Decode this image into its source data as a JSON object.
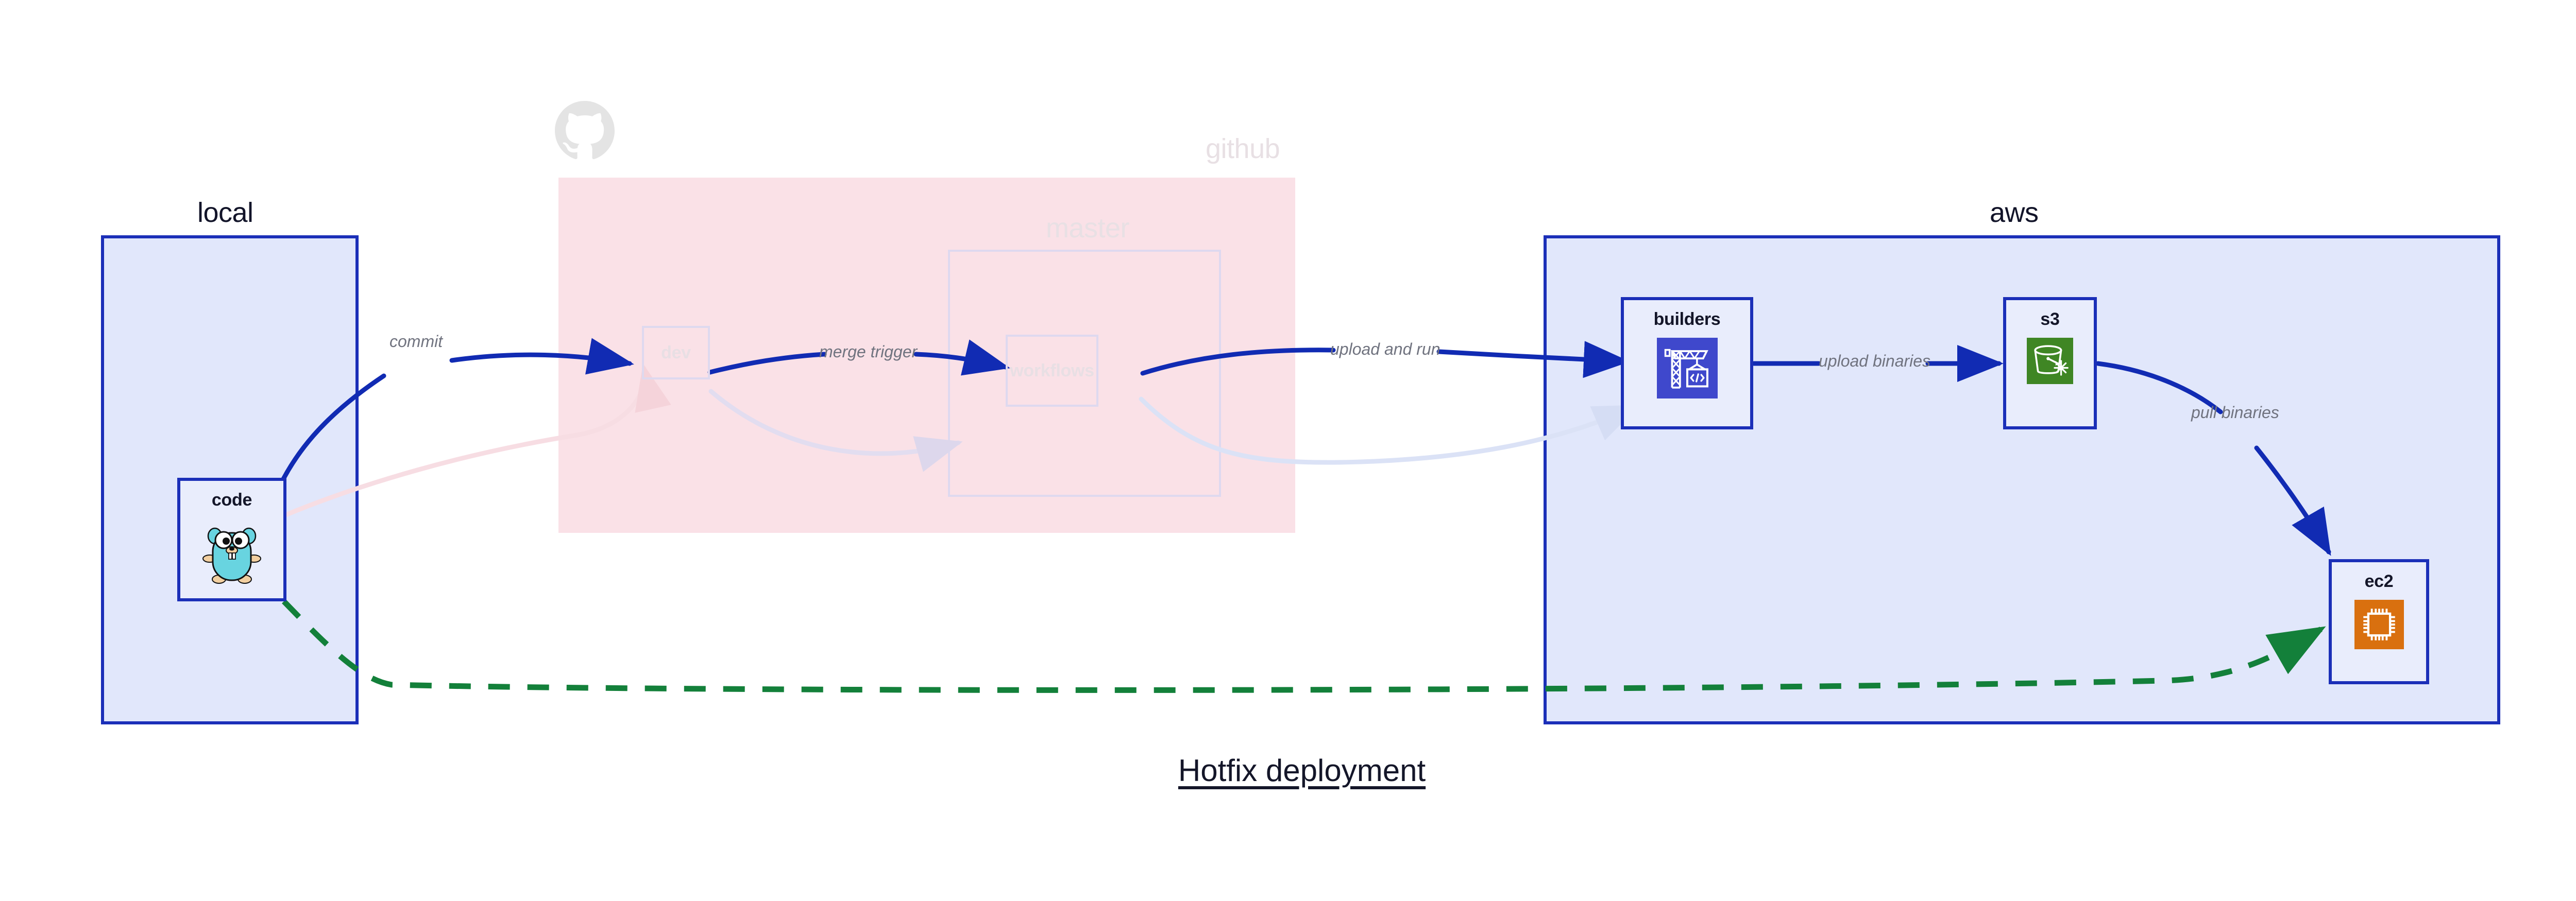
{
  "diagram": {
    "title": "Hotfix deployment",
    "groups": [
      {
        "id": "local",
        "label": "local"
      },
      {
        "id": "github",
        "label": "github",
        "faded": true
      },
      {
        "id": "master",
        "label": "master",
        "faded": true
      },
      {
        "id": "aws",
        "label": "aws"
      }
    ],
    "nodes": [
      {
        "id": "code",
        "label": "code",
        "icon": "go-gopher-icon",
        "group": "local",
        "faded": false
      },
      {
        "id": "dev",
        "label": "dev",
        "icon": "none",
        "group": "github",
        "faded": true
      },
      {
        "id": "workflows",
        "label": "workflows",
        "icon": "none",
        "group": "master",
        "faded": true
      },
      {
        "id": "builders",
        "label": "builders",
        "icon": "aws-codebuild-icon",
        "group": "aws",
        "faded": false
      },
      {
        "id": "s3",
        "label": "s3",
        "icon": "aws-s3-bucket-icon",
        "group": "aws",
        "faded": false
      },
      {
        "id": "ec2",
        "label": "ec2",
        "icon": "aws-ec2-chip-icon",
        "group": "aws",
        "faded": false
      }
    ],
    "edges": [
      {
        "id": "commit",
        "from": "code",
        "to": "dev",
        "label": "commit",
        "style": "solid-blue"
      },
      {
        "id": "merge-trigger",
        "from": "dev",
        "to": "workflows",
        "label": "merge trigger",
        "style": "solid-blue"
      },
      {
        "id": "upload-and-run",
        "from": "workflows",
        "to": "builders",
        "label": "upload and run",
        "style": "solid-blue"
      },
      {
        "id": "upload-binaries",
        "from": "builders",
        "to": "s3",
        "label": "upload binaries",
        "style": "solid-blue"
      },
      {
        "id": "pull-binaries",
        "from": "s3",
        "to": "ec2",
        "label": "pull binaries",
        "style": "solid-blue"
      },
      {
        "id": "hotfix-direct",
        "from": "code",
        "to": "ec2",
        "label": "",
        "style": "dashed-green"
      },
      {
        "id": "ghost-code-dev",
        "from": "code",
        "to": "dev",
        "label": "",
        "style": "ghost-pink"
      },
      {
        "id": "ghost-dev-workflows",
        "from": "dev",
        "to": "workflows",
        "label": "",
        "style": "ghost-violet"
      },
      {
        "id": "ghost-workflows-builders",
        "from": "workflows",
        "to": "builders",
        "label": "",
        "style": "ghost-blue"
      }
    ],
    "colors": {
      "blue_border": "#1b2fb8",
      "blue_fill": "#e1e7fb",
      "node_fill": "#e9edfc",
      "pink_fill": "#fae1e7",
      "arrow_blue": "#112bb3",
      "dashed_green": "#13803a",
      "label_gray": "#70737f",
      "text_dark": "#141629",
      "ghost_gray": "#ded9ef",
      "codebuild_blue": "#3f48cc",
      "s3_green": "#3f8624",
      "ec2_orange": "#d9700f",
      "gopher_cyan": "#68d4e0"
    },
    "edge_labels": {
      "commit": "commit",
      "merge_trigger": "merge trigger",
      "upload_and_run": "upload and run",
      "upload_binaries": "upload binaries",
      "pull_binaries": "pull binaries"
    }
  }
}
